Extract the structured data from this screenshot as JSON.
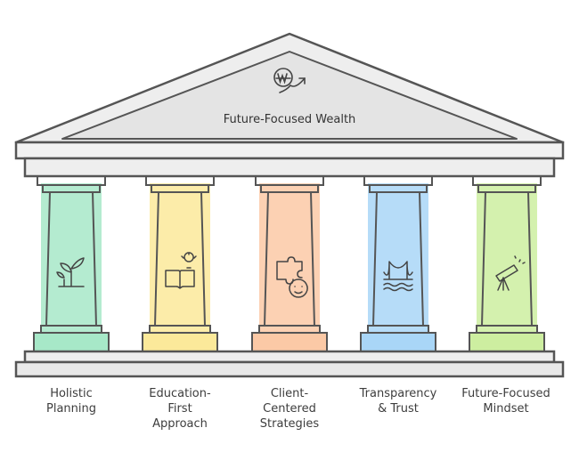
{
  "roof": {
    "title": "Future-Focused Wealth",
    "icon": "won-coin-growth-icon"
  },
  "pillars": [
    {
      "label": "Holistic\nPlanning",
      "icon": "growing-plant-icon",
      "color": "#a7e8c8"
    },
    {
      "label": "Education-\nFirst\nApproach",
      "icon": "book-lightbulb-icon",
      "color": "#fbe99a"
    },
    {
      "label": "Client-\nCentered\nStrategies",
      "icon": "puzzle-face-icon",
      "color": "#fbc9a6"
    },
    {
      "label": "Transparency\n& Trust",
      "icon": "bridge-icon",
      "color": "#a9d6f7"
    },
    {
      "label": "Future-Focused\nMindset",
      "icon": "telescope-icon",
      "color": "#cdeea0"
    }
  ],
  "colors": {
    "stroke": "#555555",
    "roof_fill": "#eeeeee",
    "base_fill": "#e9e9e9"
  }
}
